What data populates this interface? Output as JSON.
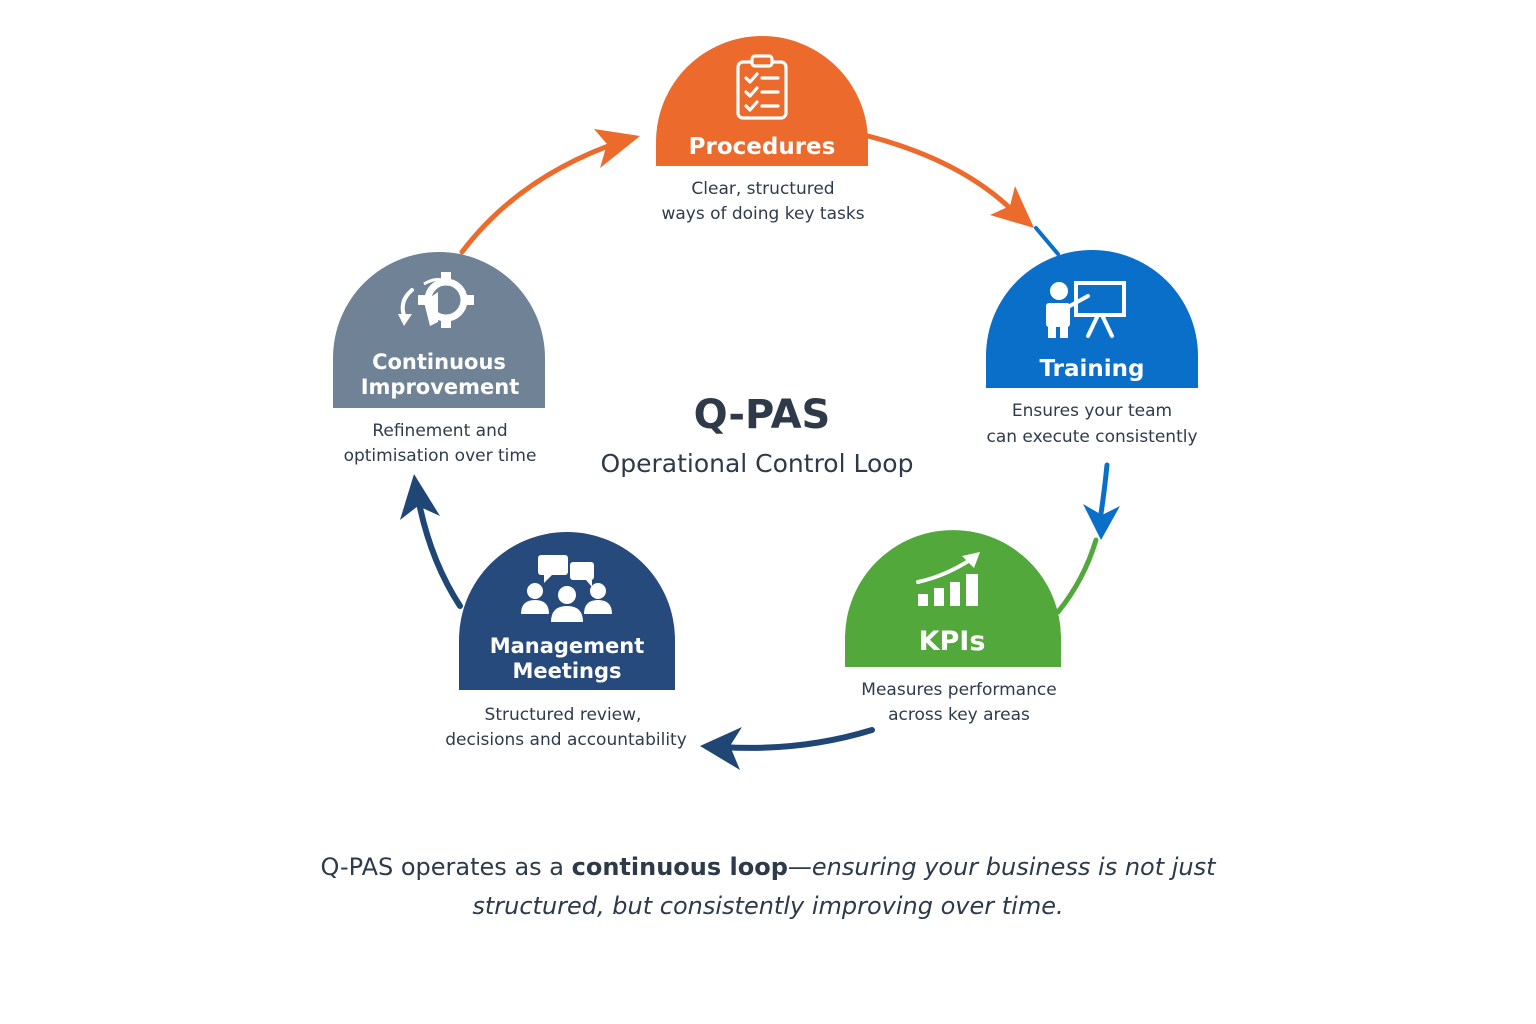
{
  "title": "Q-PAS",
  "subtitle": "Operational Control Loop",
  "nodes": [
    {
      "id": "procedures",
      "title_lines": [
        "Procedures"
      ],
      "desc_lines": [
        "Clear, structured",
        "ways of doing key tasks"
      ],
      "color": "#ec6a2c",
      "icon": "clipboard-checklist-icon"
    },
    {
      "id": "training",
      "title_lines": [
        "Training"
      ],
      "desc_lines": [
        "Ensures your team",
        "can execute consistently"
      ],
      "color": "#0a6fc8",
      "icon": "presenter-board-icon"
    },
    {
      "id": "kpis",
      "title_lines": [
        "KPIs"
      ],
      "desc_lines": [
        "Measures performance",
        "across key areas"
      ],
      "color": "#52a83b",
      "icon": "bar-chart-trend-icon"
    },
    {
      "id": "management",
      "title_lines": [
        "Management",
        "Meetings"
      ],
      "desc_lines": [
        "Structured review,",
        "decisions and accountability"
      ],
      "color": "#274a7d",
      "icon": "meeting-people-icon"
    },
    {
      "id": "improvement",
      "title_lines": [
        "Continuous",
        "Improvement"
      ],
      "desc_lines": [
        "Refinement and",
        "optimisation over time"
      ],
      "color": "#6f8296",
      "icon": "gear-cycle-icon"
    }
  ],
  "summary": {
    "part1": "Q-PAS operates as a ",
    "bold": "continuous loop",
    "italic": "—ensuring your business is not just structured, but consistently improving over time."
  },
  "colors": {
    "orange": "#ec6a2c",
    "blue": "#0a6fc8",
    "green": "#52a83b",
    "navy": "#274a7d",
    "slate": "#6f8296",
    "text": "#2e3a4a"
  }
}
